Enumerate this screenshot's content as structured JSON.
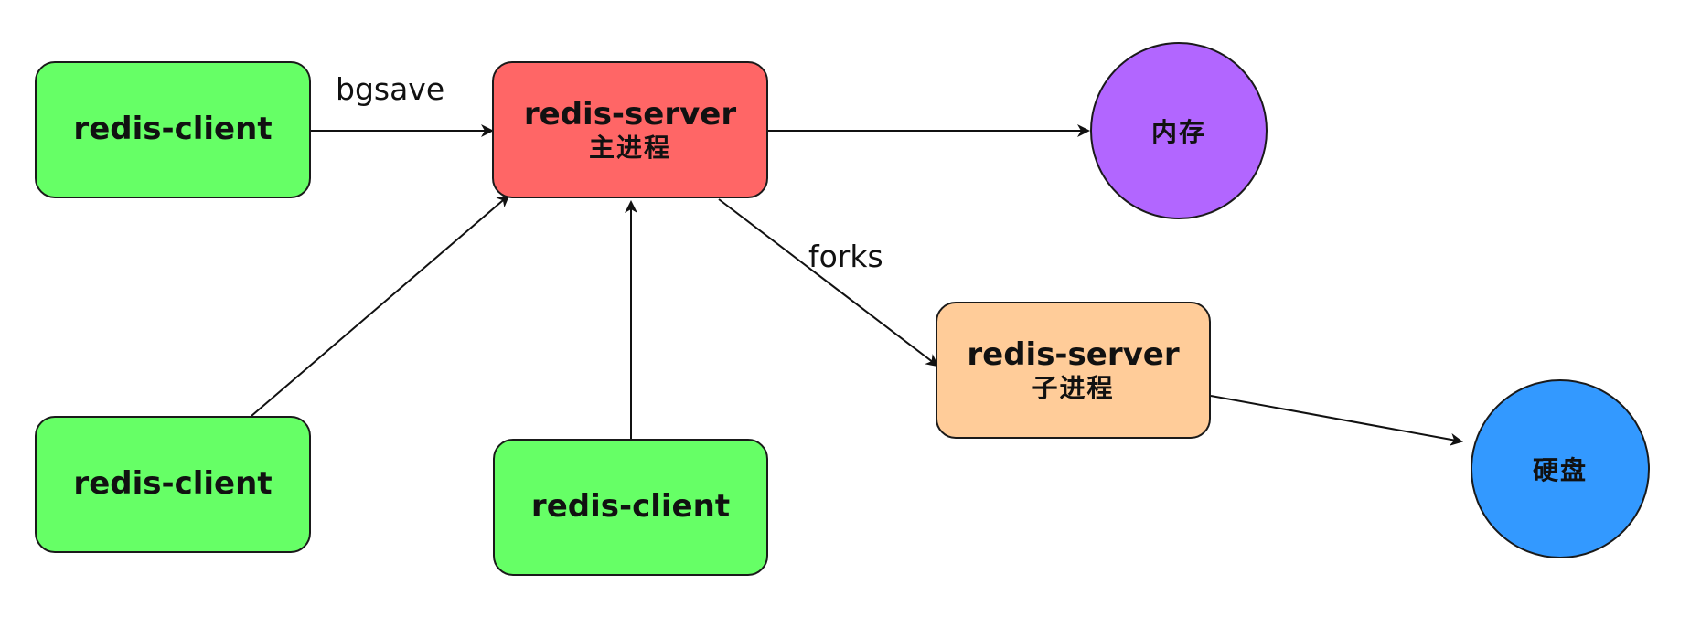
{
  "nodes": {
    "client_top": {
      "label": "redis-client"
    },
    "client_bottom_left": {
      "label": "redis-client"
    },
    "client_bottom_mid": {
      "label": "redis-client"
    },
    "server_main": {
      "label": "redis-server",
      "sublabel": "主进程"
    },
    "server_child": {
      "label": "redis-server",
      "sublabel": "子进程"
    },
    "memory": {
      "label": "内存"
    },
    "disk": {
      "label": "硬盘"
    }
  },
  "edges": {
    "bgsave_label": "bgsave",
    "forks_label": "forks"
  },
  "colors": {
    "client": "#66ff66",
    "main_process": "#ff6666",
    "child_process": "#ffcc99",
    "memory": "#b266ff",
    "disk": "#3399ff"
  }
}
